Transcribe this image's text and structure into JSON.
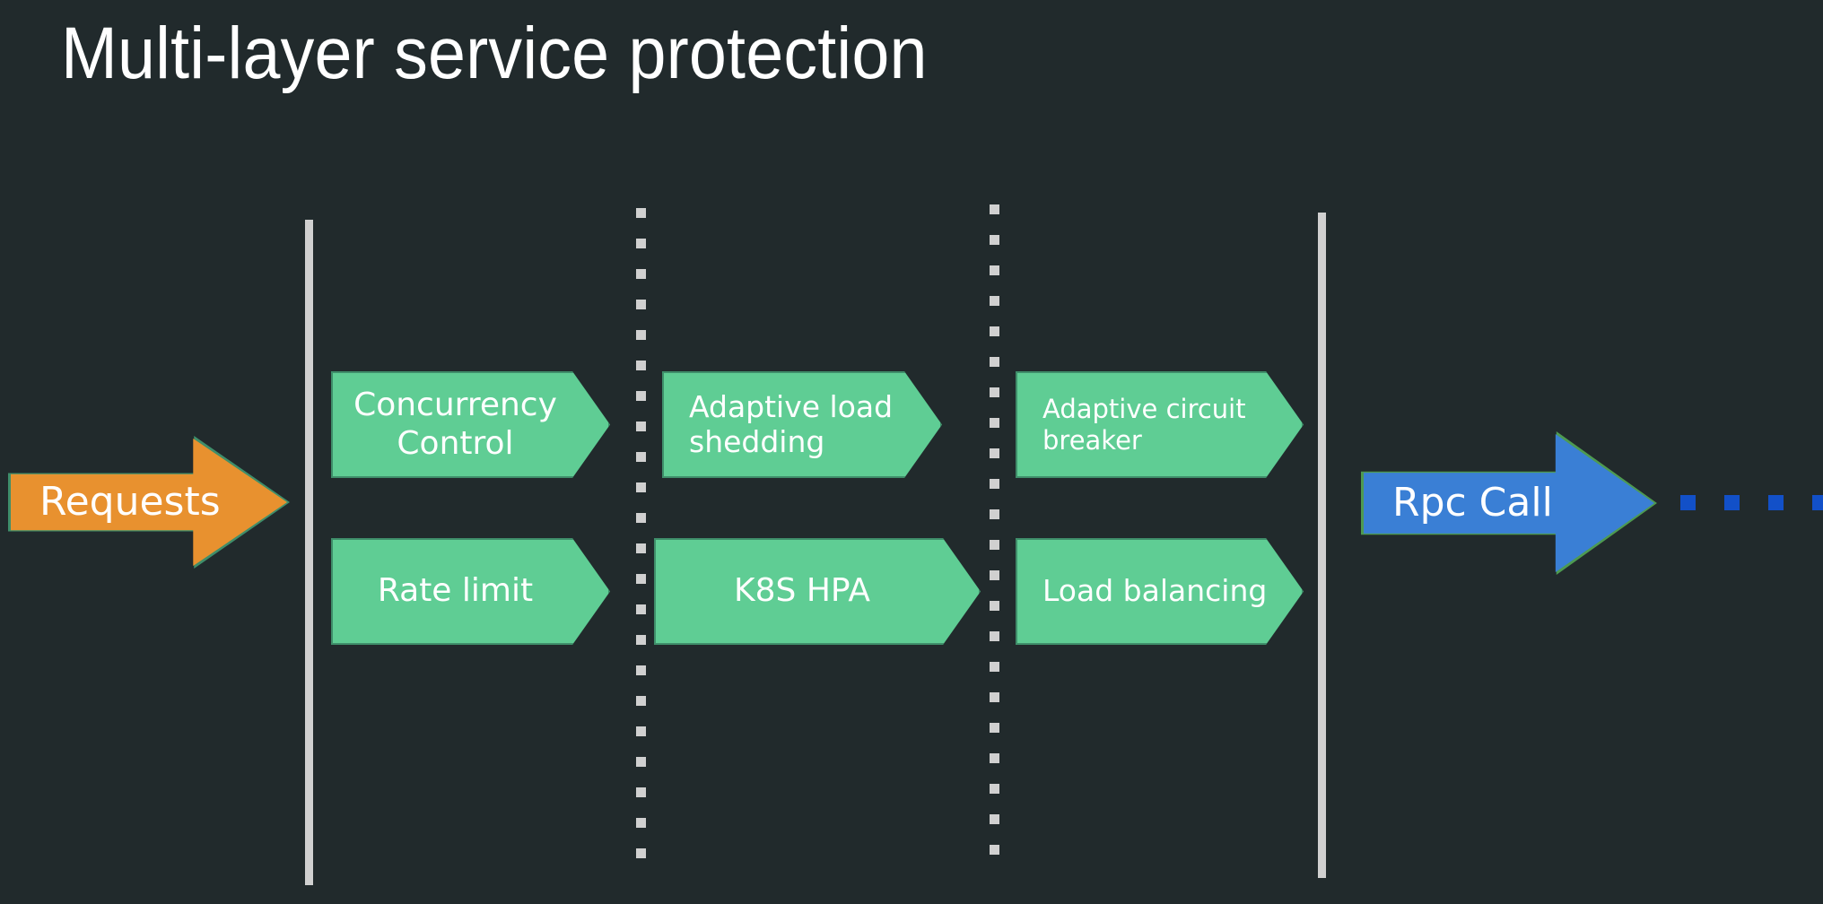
{
  "slide": {
    "title": "Multi-layer service protection",
    "background_color": "#212a2c"
  },
  "colors": {
    "background": "#212a2c",
    "chevron_fill": "#5fcd94",
    "chevron_stroke": "#3f8e6a",
    "requests_fill": "#e8912f",
    "requests_stroke": "#3f8e6a",
    "rpc_fill": "#3a7fd5",
    "rpc_stroke": "#4e9a51",
    "line_gray": "#d0d0d0",
    "dot_blue": "#1250c8",
    "text_white": "#ffffff"
  },
  "entry": {
    "label": "Requests",
    "fill": "#e8912f",
    "stroke": "#3f8e6a"
  },
  "exit": {
    "label": "Rpc Call",
    "fill": "#3a7fd5",
    "stroke": "#4e9a51"
  },
  "trailing_dots": {
    "count": 4,
    "color": "#1250c8"
  },
  "boundaries": [
    {
      "name": "left-edge",
      "style": "solid",
      "color": "#d0d0d0"
    },
    {
      "name": "layer-divider-1",
      "style": "dotted",
      "color": "#d0d0d0"
    },
    {
      "name": "layer-divider-2",
      "style": "dotted",
      "color": "#d0d0d0"
    },
    {
      "name": "right-edge",
      "style": "solid",
      "color": "#d0d0d0"
    }
  ],
  "layers": [
    {
      "name": "layer-1",
      "nodes": [
        {
          "label": "Concurrency\nControl",
          "align": "center",
          "size": "lg"
        },
        {
          "label": "Rate limit",
          "align": "center",
          "size": "lg"
        }
      ]
    },
    {
      "name": "layer-2",
      "nodes": [
        {
          "label": "Adaptive load\nshedding",
          "align": "left",
          "size": "md"
        },
        {
          "label": "K8S HPA",
          "align": "center",
          "size": "lg"
        }
      ]
    },
    {
      "name": "layer-3",
      "nodes": [
        {
          "label": "Adaptive circuit\nbreaker",
          "align": "left",
          "size": "sm"
        },
        {
          "label": "Load balancing",
          "align": "left",
          "size": "md"
        }
      ]
    }
  ]
}
